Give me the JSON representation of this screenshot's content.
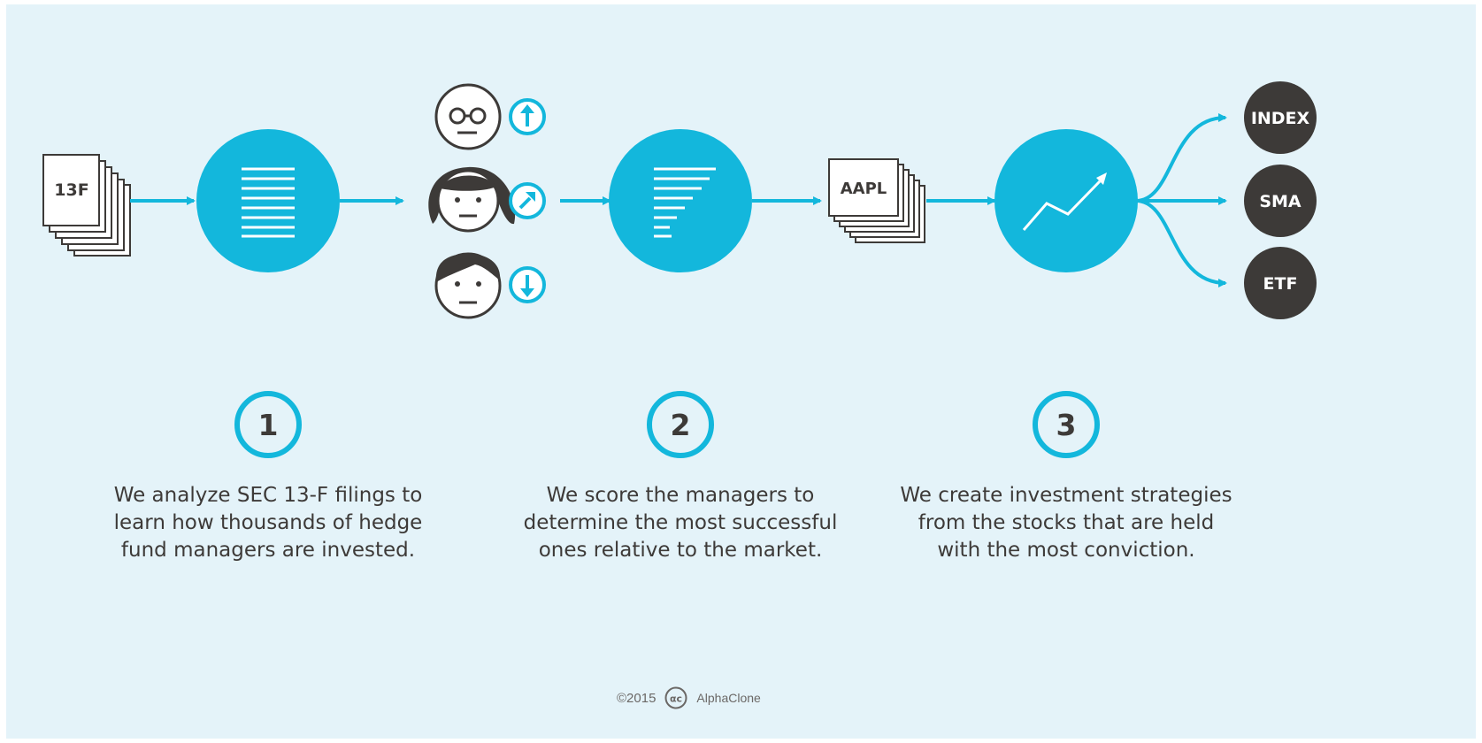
{
  "diagram": {
    "input_doc_label": "13F",
    "output_doc_label": "AAPL",
    "outputs": [
      "INDEX",
      "SMA",
      "ETF"
    ],
    "colors": {
      "accent": "#13b7dc",
      "dark": "#3d3a38",
      "background": "#e4f3f9"
    },
    "icons": [
      "document-stack-icon",
      "text-lines-icon",
      "face-glasses-icon",
      "face-woman-icon",
      "face-man-icon",
      "arrow-up-circle-icon",
      "arrow-diagonal-circle-icon",
      "arrow-down-circle-icon",
      "ranked-lines-icon",
      "chart-trend-icon"
    ]
  },
  "steps": [
    {
      "number": "1",
      "text": "We analyze SEC 13-F filings to\nlearn how thousands of hedge\nfund managers are invested."
    },
    {
      "number": "2",
      "text": "We score the managers to\ndetermine the most successful\nones relative to the market."
    },
    {
      "number": "3",
      "text": "We create investment strategies\nfrom the stocks that are held\nwith the most conviction."
    }
  ],
  "footer": {
    "copyright": "©2015",
    "brand": "AlphaClone",
    "logo_text": "αc"
  }
}
